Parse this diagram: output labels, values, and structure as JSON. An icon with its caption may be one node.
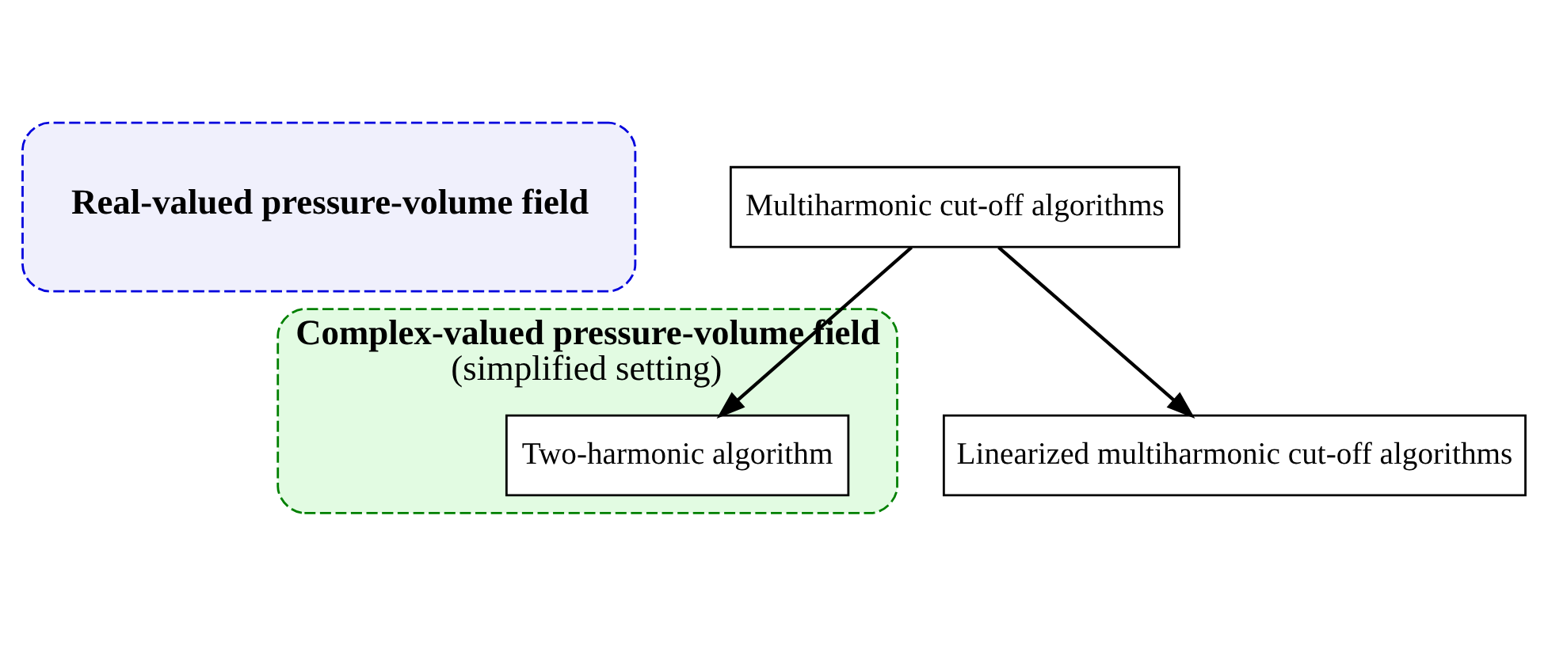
{
  "diagram": {
    "nodes": [
      {
        "text": [
          "Real-valued pressure-volume field"
        ]
      },
      {
        "text": [
          "Complex-valued pressure-volume field",
          "(simplified setting)"
        ]
      },
      {
        "text": [
          "Multiharmonic cut-off algorithms"
        ]
      },
      {
        "text": [
          "Two-harmonic algorithm"
        ],
        "in": 1
      },
      {
        "text": [
          "Linearized multiharmonic cut-off algorithms"
        ]
      }
    ],
    "edges": [
      {
        "from": 2,
        "to": 3,
        "arrow": "to"
      },
      {
        "from": 2,
        "to": 4,
        "arrow": "to"
      }
    ]
  }
}
